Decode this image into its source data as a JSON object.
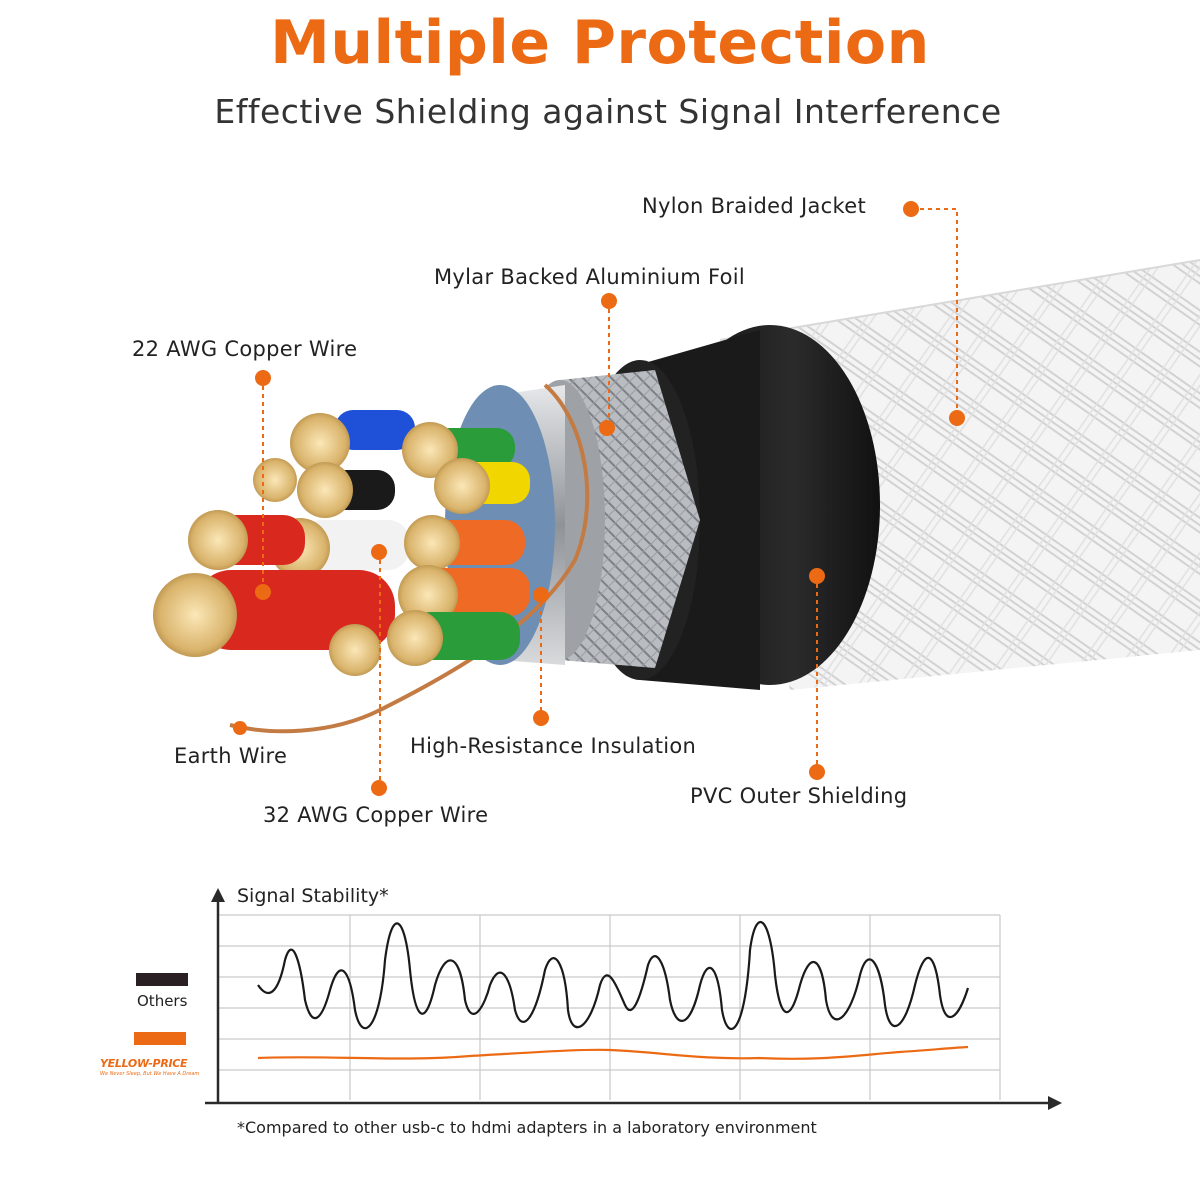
{
  "header": {
    "title": "Multiple Protection",
    "subtitle": "Effective Shielding against Signal Interference"
  },
  "colors": {
    "accent": "#ec6a14",
    "text": "#222222",
    "others_line": "#2a2024"
  },
  "callouts": {
    "nylon_braided_jacket": "Nylon Braided Jacket",
    "mylar_foil": "Mylar Backed Aluminium Foil",
    "awg22_copper": "22 AWG Copper Wire",
    "earth_wire": "Earth Wire",
    "high_resistance_insulation": "High-Resistance Insulation",
    "awg32_copper": "32 AWG Copper Wire",
    "pvc_outer_shielding": "PVC Outer Shielding"
  },
  "chart": {
    "title": "Signal Stability*",
    "legend_others": "Others",
    "legend_brand": "YELLOW-PRICE",
    "legend_brand_tag": "We Never Sleep, But We Have A Dream",
    "footnote": "*Compared to other usb-c to hdmi adapters in a laboratory environment"
  }
}
